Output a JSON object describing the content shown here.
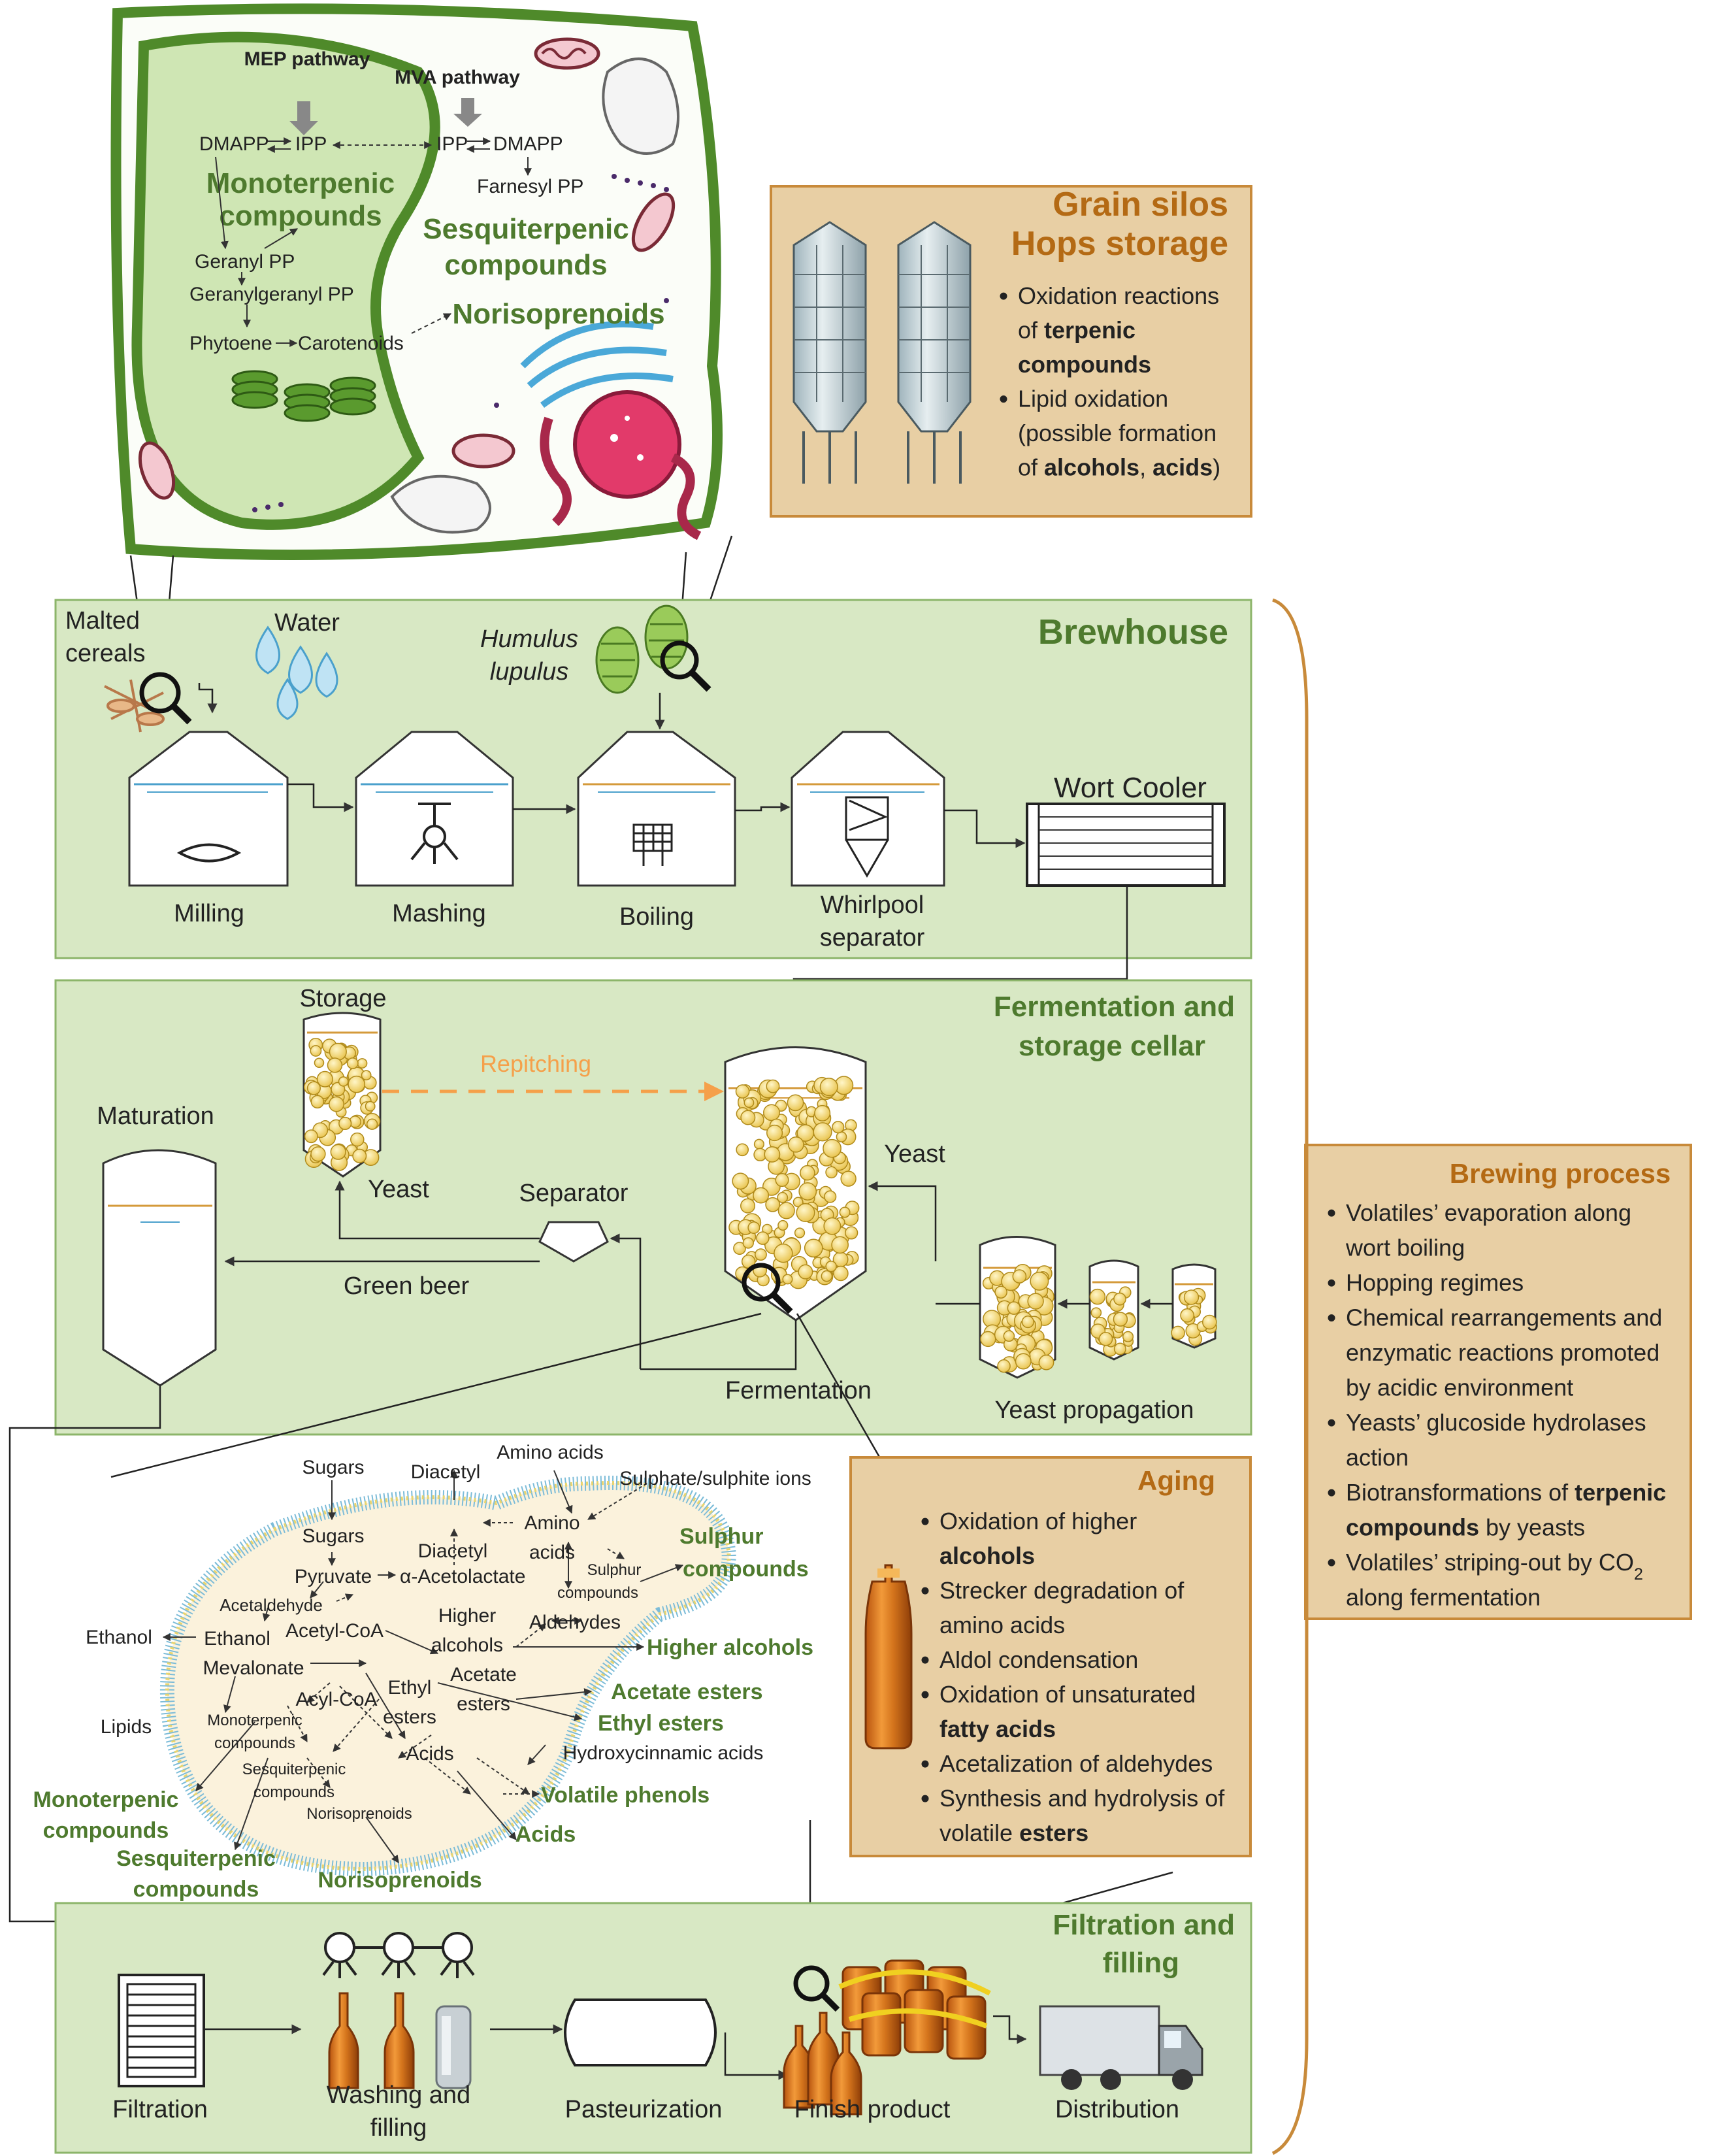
{
  "cell": {
    "mep_pathway": "MEP pathway",
    "mva_pathway": "MVA pathway",
    "dmapp_left": "DMAPP",
    "ipp_left": "IPP",
    "ipp_right": "IPP",
    "dmapp_right": "DMAPP",
    "farnesyl": "Farnesyl PP",
    "monoterpenic_1": "Monoterpenic",
    "monoterpenic_2": "compounds",
    "sesquiterpenic_1": "Sesquiterpenic",
    "sesquiterpenic_2": "compounds",
    "norisoprenoids": "Norisoprenoids",
    "geranyl": "Geranyl PP",
    "geranylgeranyl": "Geranylgeranyl PP",
    "phytoene": "Phytoene",
    "carotenoids": "Carotenoids"
  },
  "silos": {
    "title1": "Grain silos",
    "title2": "Hops storage",
    "bullets": [
      [
        {
          "t": "Oxidation reactions"
        }
      ],
      [
        {
          "t": "of "
        },
        {
          "t": "terpenic",
          "b": true
        }
      ],
      [
        {
          "t": "compounds",
          "b": true
        }
      ],
      [
        {
          "t": "Lipid oxidation"
        }
      ],
      [
        {
          "t": "(possible formation"
        }
      ],
      [
        {
          "t": "of "
        },
        {
          "t": "alcohols",
          "b": true
        },
        {
          "t": ", "
        },
        {
          "t": "acids",
          "b": true
        },
        {
          "t": ")"
        }
      ]
    ]
  },
  "brewhouse": {
    "title": "Brewhouse",
    "malted_1": "Malted",
    "malted_2": "cereals",
    "water": "Water",
    "humulus_1": "Humulus",
    "humulus_2": "lupulus",
    "milling": "Milling",
    "mashing": "Mashing",
    "boiling": "Boiling",
    "whirlpool_1": "Whirlpool",
    "whirlpool_2": "separator",
    "wort_cooler": "Wort Cooler"
  },
  "fermentation": {
    "title1": "Fermentation and",
    "title2": "storage cellar",
    "storage": "Storage",
    "repitching": "Repitching",
    "maturation": "Maturation",
    "yeast_storage": "Yeast",
    "separator": "Separator",
    "green_beer": "Green beer",
    "yeast_in": "Yeast",
    "fermentation": "Fermentation",
    "yeast_propagation": "Yeast propagation"
  },
  "brewing_process": {
    "title": "Brewing process",
    "lines": [
      [
        {
          "t": "Volatiles’ evaporation along"
        }
      ],
      [
        {
          "t": "wort boiling"
        }
      ],
      [
        {
          "t": "Hopping regimes"
        }
      ],
      [
        {
          "t": "Chemical rearrangements and"
        }
      ],
      [
        {
          "t": "enzymatic reactions promoted"
        }
      ],
      [
        {
          "t": "by acidic environment"
        }
      ],
      [
        {
          "t": "Yeasts’ glucoside hydrolases"
        }
      ],
      [
        {
          "t": "action"
        }
      ],
      [
        {
          "t": "Biotransformations of "
        },
        {
          "t": "terpenic",
          "b": true
        }
      ],
      [
        {
          "t": "compounds",
          "b": true
        },
        {
          "t": " by yeasts"
        }
      ],
      [
        {
          "t": "Volatiles’ striping-out by CO"
        },
        {
          "t": "2",
          "sub": true
        }
      ],
      [
        {
          "t": "along fermentation"
        }
      ]
    ]
  },
  "yeast_cell": {
    "sugars_out": "Sugars",
    "diacetyl_out": "Diacetyl",
    "amino_acids_out": "Amino acids",
    "sulphate": "Sulphate/sulphite ions",
    "sugars_in": "Sugars",
    "diacetyl_in": "Diacetyl",
    "amino_in_1": "Amino",
    "amino_in_2": "acids",
    "pyruvate": "Pyruvate",
    "acetolactate": "α-Acetolactate",
    "sulphur_in_1": "Sulphur",
    "sulphur_in_2": "compounds",
    "sulphur_out_1": "Sulphur",
    "sulphur_out_2": "compounds",
    "acetaldehyde": "Acetaldehyde",
    "higher_in_1": "Higher",
    "higher_in_2": "alcohols",
    "aldehydes": "Aldehydes",
    "ethanol_out": "Ethanol",
    "ethanol_in": "Ethanol",
    "acetyl_coa": "Acetyl-CoA",
    "higher_out": "Higher alcohols",
    "mevalonate": "Mevalonate",
    "ethyl_in_1": "Ethyl",
    "ethyl_in_2": "esters",
    "acetate_in_1": "Acetate",
    "acetate_in_2": "esters",
    "acetate_out": "Acetate esters",
    "acyl_coa": "Acyl-CoA",
    "ethyl_out": "Ethyl esters",
    "lipids": "Lipids",
    "mono_in_1": "Monoterpenic",
    "mono_in_2": "compounds",
    "acids_in": "Acids",
    "hydroxy": "Hydroxycinnamic acids",
    "sesq_in_1": "Sesquiterpenic",
    "sesq_in_2": "compounds",
    "volatile_phenols": "Volatile phenols",
    "noris_in": "Norisoprenoids",
    "acids_out": "Acids",
    "mono_out_1": "Monoterpenic",
    "mono_out_2": "compounds",
    "sesq_out_1": "Sesquiterpenic",
    "sesq_out_2": "compounds",
    "noris_out": "Norisoprenoids"
  },
  "aging": {
    "title": "Aging",
    "lines": [
      [
        {
          "t": "Oxidation of higher"
        }
      ],
      [
        {
          "t": "alcohols",
          "b": true
        }
      ],
      [
        {
          "t": "Strecker degradation of"
        }
      ],
      [
        {
          "t": "amino acids"
        }
      ],
      [
        {
          "t": "Aldol condensation"
        }
      ],
      [
        {
          "t": "Oxidation of unsaturated"
        }
      ],
      [
        {
          "t": "fatty acids",
          "b": true
        }
      ],
      [
        {
          "t": "Acetalization of aldehydes"
        }
      ],
      [
        {
          "t": "Synthesis and hydrolysis of"
        }
      ],
      [
        {
          "t": "volatile "
        },
        {
          "t": "esters",
          "b": true
        }
      ]
    ]
  },
  "filtration": {
    "title1": "Filtration and",
    "title2": "filling",
    "filtration": "Filtration",
    "washing_1": "Washing and",
    "washing_2": "filling",
    "pasteurization": "Pasteurization",
    "finish": "Finish product",
    "distribution": "Distribution"
  },
  "colors": {
    "panel_green": "#d8e8c4",
    "panel_border": "#8cb56a",
    "title_green": "#5a8a34",
    "box_tan": "#e8cfa4",
    "box_border": "#c88a3a",
    "title_orange": "#b46a14",
    "repitch": "#f5a04a",
    "cell_wall": "#4f8a2a"
  }
}
